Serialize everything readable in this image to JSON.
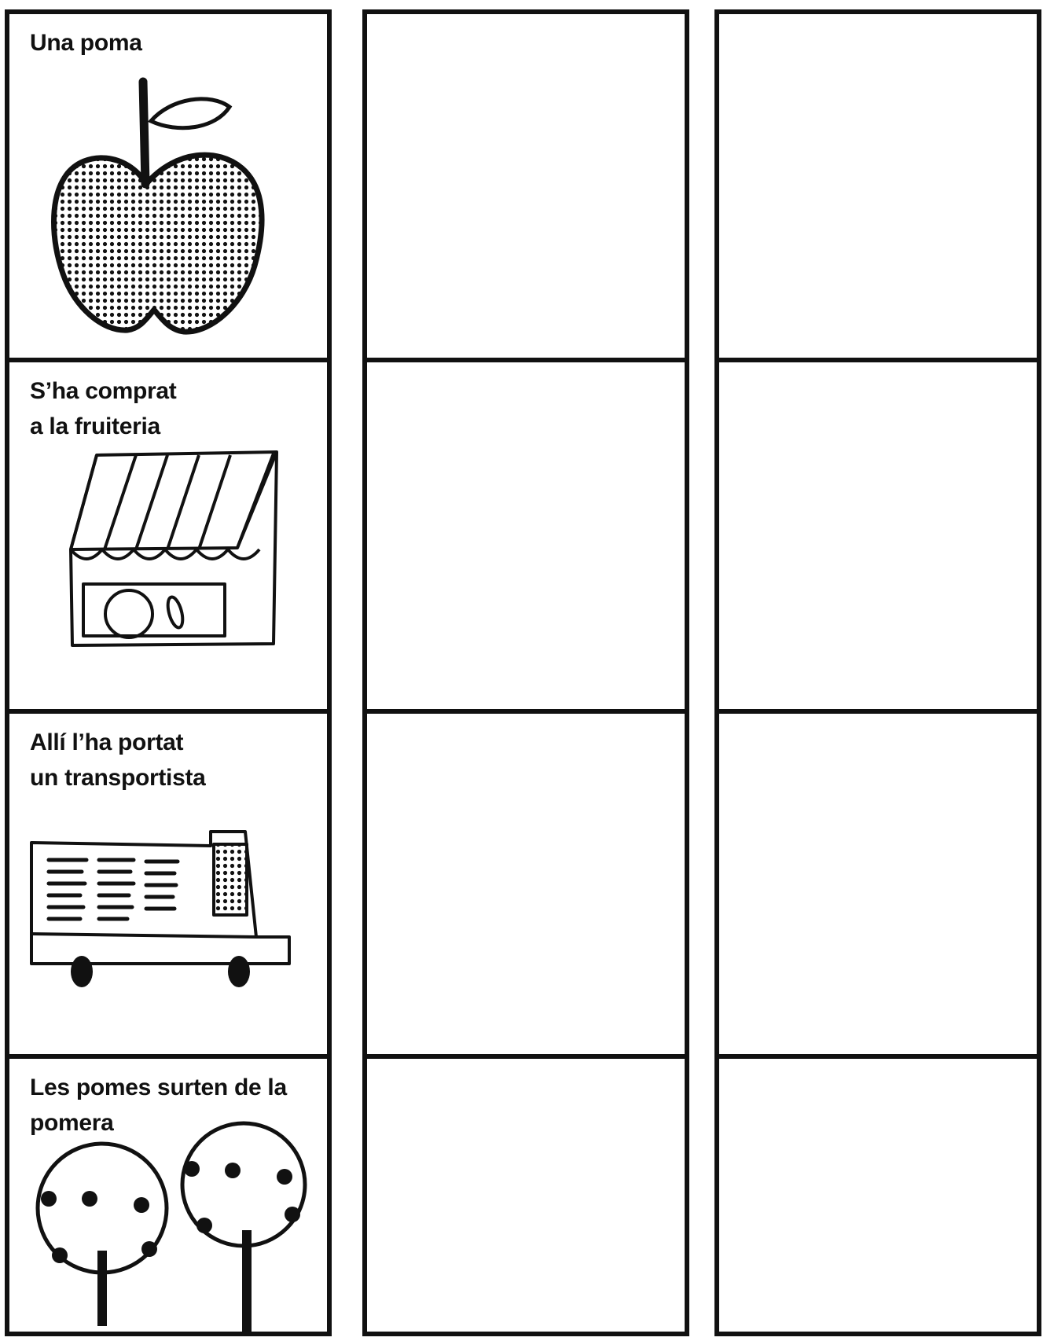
{
  "columns": [
    {
      "cells": [
        {
          "label": "Una poma",
          "icon": "apple-icon"
        },
        {
          "label": "S’ha comprat\na la fruiteria",
          "icon": "fruit-shop-icon"
        },
        {
          "label": "Allí l’ha portat\nun transportista",
          "icon": "truck-icon"
        },
        {
          "label": "Les pomes surten de la\npomera",
          "icon": "apple-trees-icon"
        }
      ]
    },
    {
      "cells": [
        {
          "label": ""
        },
        {
          "label": ""
        },
        {
          "label": ""
        },
        {
          "label": ""
        }
      ]
    },
    {
      "cells": [
        {
          "label": ""
        },
        {
          "label": ""
        },
        {
          "label": ""
        },
        {
          "label": ""
        }
      ]
    }
  ],
  "colors": {
    "ink": "#111111",
    "paper": "#ffffff"
  }
}
